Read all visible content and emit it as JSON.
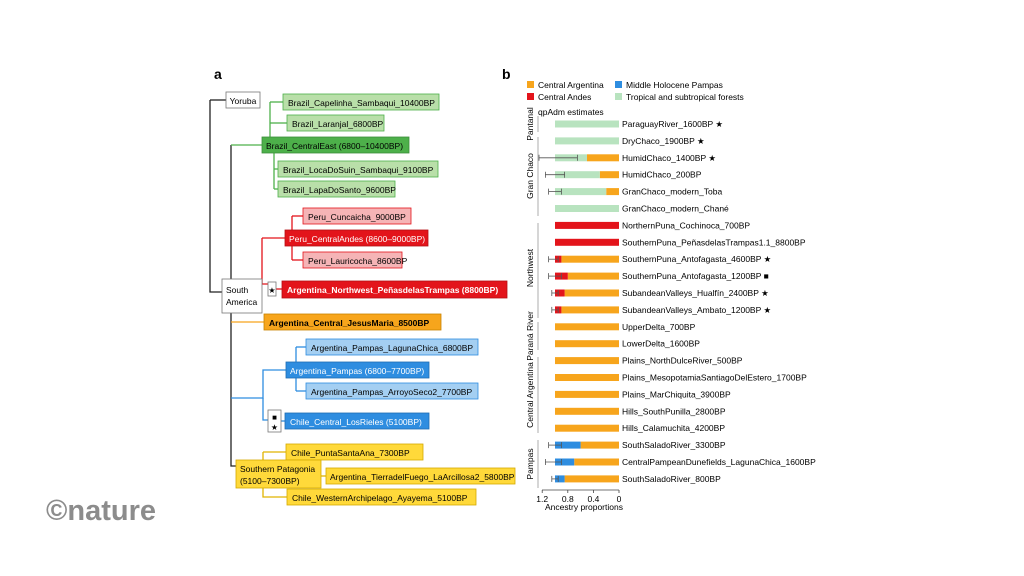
{
  "watermark": "©nature",
  "panel_a": {
    "label": "a",
    "labels": {
      "yoruba": "Yoruba",
      "south_america_l1": "South",
      "south_america_l2": "America",
      "star": "★",
      "square": "■"
    },
    "boxes": {
      "capelinha": "Brazil_Capelinha_Sambaqui_10400BP",
      "laranjal": "Brazil_Laranjal_6800BP",
      "centraleast": "Brazil_CentralEast (6800–10400BP)",
      "locadosuin": "Brazil_LocaDoSuin_Sambaqui_9100BP",
      "lapadosanto": "Brazil_LapaDoSanto_9600BP",
      "cuncaicha": "Peru_Cuncaicha_9000BP",
      "centralandes": "Peru_CentralAndes (8600–9000BP)",
      "lauricocha": "Peru_Lauricocha_8600BP",
      "penas": "Argentina_Northwest_PeñasdelasTrampas (8800BP)",
      "jesusmaria": "Argentina_Central_JesusMaria_8500BP",
      "lagunachica": "Argentina_Pampas_LagunaChica_6800BP",
      "pampas": "Argentina_Pampas (6800–7700BP)",
      "arroyoseco": "Argentina_Pampas_ArroyoSeco2_7700BP",
      "losrieles": "Chile_Central_LosRieles (5100BP)",
      "puntasantaana": "Chile_PuntaSantaAna_7300BP",
      "patagonia_l1": "Southern Patagonia",
      "patagonia_l2": "(5100–7300BP)",
      "tierradelfuego": "Argentina_TierradelFuego_LaArcillosa2_5800BP",
      "ayayema": "Chile_WesternArchipelago_Ayayema_5100BP"
    },
    "colors": {
      "green": "#4db04a",
      "green_light": "#b9dfa9",
      "red": "#e3141b",
      "pink": "#f5b4b6",
      "orange": "#f7a51c",
      "blue": "#2e8de0",
      "blue_light": "#a4cff2",
      "yellow": "#ffd93a"
    }
  },
  "panel_b": {
    "label": "b",
    "legend": [
      {
        "label": "Central Argentina",
        "color": "#f7a51c"
      },
      {
        "label": "Middle Holocene Pampas",
        "color": "#2e8de0"
      },
      {
        "label": "Central Andes",
        "color": "#e3141b"
      },
      {
        "label": "Tropical and subtropical forests",
        "color": "#b8e3bf"
      }
    ],
    "subtitle": "qpAdm estimates",
    "groups": {
      "pantanal": "Pantanal",
      "granchaco": "Gran Chaco",
      "northwest": "Northwest",
      "paranariver": "Paraná River",
      "centralargentina": "Central Argentina",
      "pampas": "Pampas"
    },
    "ticks": [
      "1.2",
      "0.8",
      "0.4",
      "0"
    ],
    "xlabel": "Ancestry proportions"
  },
  "chart_data": {
    "type": "bar",
    "subtitle": "qpAdm estimates",
    "xlabel": "Ancestry proportions",
    "xlim": [
      1.2,
      0
    ],
    "x_ticks": [
      1.2,
      0.8,
      0.4,
      0
    ],
    "orientation": "horizontal stacked",
    "legend_position": "top",
    "series_order": [
      "Central Argentina",
      "Middle Holocene Pampas",
      "Central Andes",
      "Tropical and subtropical forests"
    ],
    "rows": [
      {
        "label": "ParaguayRiver_1600BP",
        "marker": "star",
        "parts": {
          "forest": 1.0
        }
      },
      {
        "label": "DryChaco_1900BP",
        "marker": "star",
        "parts": {
          "forest": 1.0
        }
      },
      {
        "label": "HumidChaco_1400BP",
        "marker": "star",
        "parts": {
          "argentina": 0.5,
          "forest": 0.5
        },
        "err": {
          "comp": "forest",
          "lo": 0.35,
          "hi": 0.25
        }
      },
      {
        "label": "HumidChaco_200BP",
        "marker": "",
        "parts": {
          "argentina": 0.3,
          "forest": 0.7
        },
        "err": {
          "comp": "forest",
          "lo": 0.15,
          "hi": 0.15
        }
      },
      {
        "label": "GranChaco_modern_Toba",
        "marker": "",
        "parts": {
          "argentina": 0.2,
          "forest": 0.8
        },
        "err": {
          "comp": "forest",
          "lo": 0.1,
          "hi": 0.1
        }
      },
      {
        "label": "GranChaco_modern_Chané",
        "marker": "",
        "parts": {
          "forest": 1.0
        }
      },
      {
        "label": "NorthernPuna_Cochinoca_700BP",
        "marker": "",
        "parts": {
          "andes": 1.0
        }
      },
      {
        "label": "SouthernPuna_PeñasdelasTrampas1.1_8800BP",
        "marker": "",
        "parts": {
          "andes": 1.0
        }
      },
      {
        "label": "SouthernPuna_Antofagasta_4600BP",
        "marker": "star",
        "parts": {
          "argentina": 0.9,
          "andes": 0.1
        },
        "err": {
          "comp": "andes",
          "lo": 0.05,
          "hi": 0.1
        }
      },
      {
        "label": "SouthernPuna_Antofagasta_1200BP",
        "marker": "square",
        "parts": {
          "argentina": 0.8,
          "andes": 0.2
        },
        "err": {
          "comp": "andes",
          "lo": 0.1,
          "hi": 0.1
        }
      },
      {
        "label": "SubandeanValleys_Hualfín_2400BP",
        "marker": "star",
        "parts": {
          "argentina": 0.85,
          "andes": 0.15
        },
        "err": {
          "comp": "andes",
          "lo": 0.05,
          "hi": 0.05
        }
      },
      {
        "label": "SubandeanValleys_Ambato_1200BP",
        "marker": "star",
        "parts": {
          "argentina": 0.9,
          "andes": 0.1
        },
        "err": {
          "comp": "andes",
          "lo": 0.05,
          "hi": 0.05
        }
      },
      {
        "label": "UpperDelta_700BP",
        "marker": "",
        "parts": {
          "argentina": 1.0
        }
      },
      {
        "label": "LowerDelta_1600BP",
        "marker": "",
        "parts": {
          "argentina": 1.0
        }
      },
      {
        "label": "Plains_NorthDulceRiver_500BP",
        "marker": "",
        "parts": {
          "argentina": 1.0
        }
      },
      {
        "label": "Plains_MesopotamiaSantiagoDelEstero_1700BP",
        "marker": "",
        "parts": {
          "argentina": 1.0
        }
      },
      {
        "label": "Plains_MarChiquita_3900BP",
        "marker": "",
        "parts": {
          "argentina": 1.0
        }
      },
      {
        "label": "Hills_SouthPunilla_2800BP",
        "marker": "",
        "parts": {
          "argentina": 1.0
        }
      },
      {
        "label": "Hills_Calamuchita_4200BP",
        "marker": "",
        "parts": {
          "argentina": 1.0
        }
      },
      {
        "label": "SouthSaladoRiver_3300BP",
        "marker": "",
        "parts": {
          "argentina": 0.6,
          "pampas": 0.4
        },
        "err": {
          "comp": "pampas",
          "lo": 0.1,
          "hi": 0.1
        }
      },
      {
        "label": "CentralPampeanDunefields_LagunaChica_1600BP",
        "marker": "",
        "parts": {
          "argentina": 0.7,
          "pampas": 0.3
        },
        "err": {
          "comp": "pampas",
          "lo": 0.1,
          "hi": 0.15
        }
      },
      {
        "label": "SouthSaladoRiver_800BP",
        "marker": "",
        "parts": {
          "argentina": 0.85,
          "pampas": 0.15
        },
        "err": {
          "comp": "pampas",
          "lo": 0.05,
          "hi": 0.05
        }
      }
    ]
  }
}
